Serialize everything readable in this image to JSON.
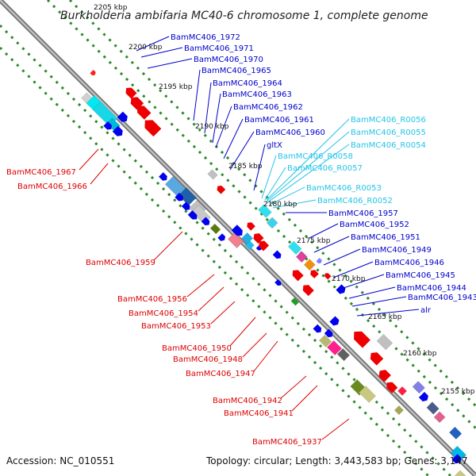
{
  "title": "Burkholderia ambifaria MC40-6 chromosome 1, complete genome",
  "footer": {
    "accession": "Accession: NC_010551",
    "topology": "Topology: circular; Length: 3,443,583 bp; Genes: 3,147"
  },
  "colors": {
    "blue_label": "#0000cc",
    "red_label": "#dd0000",
    "cyan_label": "#22c4e8",
    "backbone": "#8a8a8a",
    "tick_dots": "#2a8a2a"
  },
  "kbp_ticks": [
    "2205 kbp",
    "2200 kbp",
    "2195 kbp",
    "2190 kbp",
    "2185 kbp",
    "2180 kbp",
    "2175 kbp",
    "2170 kbp",
    "2165 kbp",
    "2160 kbp",
    "2155 kbp"
  ],
  "right_labels": [
    {
      "text": "BamMC406_1972",
      "color": "blue"
    },
    {
      "text": "BamMC406_1971",
      "color": "blue"
    },
    {
      "text": "BamMC406_1970",
      "color": "blue"
    },
    {
      "text": "BamMC406_1965",
      "color": "blue"
    },
    {
      "text": "BamMC406_1964",
      "color": "blue"
    },
    {
      "text": "BamMC406_1963",
      "color": "blue"
    },
    {
      "text": "BamMC406_1962",
      "color": "blue"
    },
    {
      "text": "BamMC406_1961",
      "color": "blue"
    },
    {
      "text": "BamMC406_1960",
      "color": "blue"
    },
    {
      "text": "gltX",
      "color": "blue"
    },
    {
      "text": "BamMC406_R0058",
      "color": "cyan"
    },
    {
      "text": "BamMC406_R0057",
      "color": "cyan"
    },
    {
      "text": "BamMC406_R0056",
      "color": "cyan"
    },
    {
      "text": "BamMC406_R0055",
      "color": "cyan"
    },
    {
      "text": "BamMC406_R0054",
      "color": "cyan"
    },
    {
      "text": "BamMC406_R0053",
      "color": "cyan"
    },
    {
      "text": "BamMC406_R0052",
      "color": "cyan"
    },
    {
      "text": "BamMC406_1957",
      "color": "blue"
    },
    {
      "text": "BamMC406_1952",
      "color": "blue"
    },
    {
      "text": "BamMC406_1951",
      "color": "blue"
    },
    {
      "text": "BamMC406_1949",
      "color": "blue"
    },
    {
      "text": "BamMC406_1946",
      "color": "blue"
    },
    {
      "text": "BamMC406_1945",
      "color": "blue"
    },
    {
      "text": "BamMC406_1944",
      "color": "blue"
    },
    {
      "text": "BamMC406_1943",
      "color": "blue"
    },
    {
      "text": "alr",
      "color": "blue"
    }
  ],
  "left_labels": [
    {
      "text": "BamMC406_1967",
      "color": "red"
    },
    {
      "text": "BamMC406_1966",
      "color": "red"
    },
    {
      "text": "BamMC406_1959",
      "color": "red"
    },
    {
      "text": "BamMC406_1956",
      "color": "red"
    },
    {
      "text": "BamMC406_1954",
      "color": "red"
    },
    {
      "text": "BamMC406_1953",
      "color": "red"
    },
    {
      "text": "BamMC406_1950",
      "color": "red"
    },
    {
      "text": "BamMC406_1948",
      "color": "red"
    },
    {
      "text": "BamMC406_1947",
      "color": "red"
    },
    {
      "text": "BamMC406_1942",
      "color": "red"
    },
    {
      "text": "BamMC406_1941",
      "color": "red"
    },
    {
      "text": "BamMC406_1937",
      "color": "red"
    }
  ]
}
